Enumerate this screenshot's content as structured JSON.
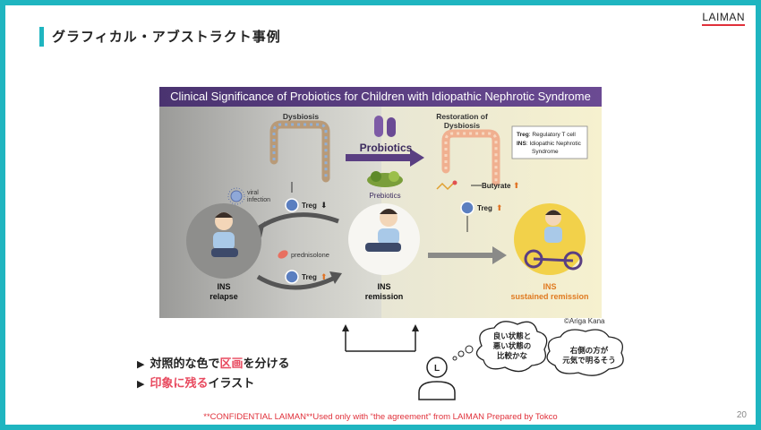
{
  "header": {
    "title": "グラフィカル・アブストラクト事例",
    "logo": "LAIMAN"
  },
  "figure": {
    "title": "Clinical Significance of Probiotics for Children with Idiopathic Nephrotic Syndrome",
    "labels": {
      "dysbiosis": "Dysbiosis",
      "restoration_line1": "Restoration of",
      "restoration_line2": "Dysbiosis",
      "probiotics": "Probiotics",
      "prebiotics": "Prebiotics",
      "viral_line1": "viral",
      "viral_line2": "infection",
      "treg_down": "Treg",
      "prednisolone": "prednisolone",
      "treg_up_left": "Treg",
      "butyrate": "Butyrate",
      "treg_up_right": "Treg",
      "relapse_line1": "INS",
      "relapse_line2": "relapse",
      "remission_line1": "INS",
      "remission_line2": "remission",
      "sustained_line1": "INS",
      "sustained_line2": "sustained remission"
    },
    "legend": {
      "treg_key": "Treg",
      "treg_desc": ": Regulatory T cell",
      "ins_key": "INS",
      "ins_desc_line1": ": Idiopathic Nephrotic",
      "ins_desc_line2": "Syndrome"
    },
    "credit": "©Ariga Kana"
  },
  "bullets": {
    "b1_pre": "対照的な色で",
    "b1_hl": "区画",
    "b1_post": "を分ける",
    "b2_hl": "印象に残る",
    "b2_post": "イラスト",
    "arrow": "▶"
  },
  "thoughts": {
    "bubble1_line1": "良い状態と",
    "bubble1_line2": "悪い状態の",
    "bubble1_line3": "比較かな",
    "bubble2_line1": "右側の方が",
    "bubble2_line2": "元気で明るそう",
    "person_letter": "L"
  },
  "footer": {
    "text": "**CONFIDENTIAL LAIMAN**Used only with “the agreement” from LAIMAN  Prepared by Tokco",
    "page": "20"
  },
  "colors": {
    "accent": "#1fb5c0",
    "highlight": "#e84a5f",
    "figure_header": "#5a3f82",
    "logo_underline": "#e0303a"
  }
}
